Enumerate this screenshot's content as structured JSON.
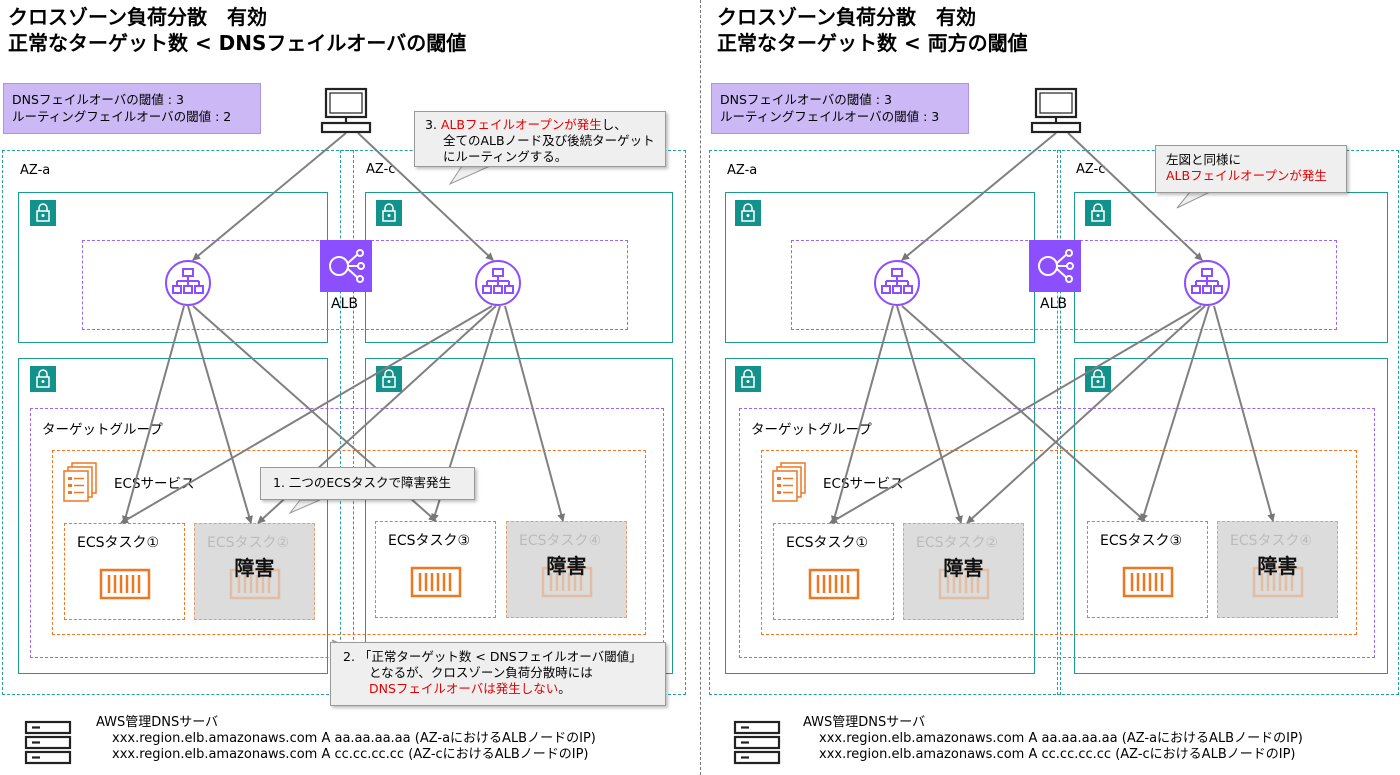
{
  "left": {
    "title_line1": "クロスゾーン負荷分散　有効",
    "title_line2": "正常なターゲット数 < DNSフェイルオーバの閾値",
    "threshold_dns": "DNSフェイルオーバの閾値 : 3",
    "threshold_routing": "ルーティングフェイルオーバの閾値 : 2",
    "az_a": "AZ-a",
    "az_c": "AZ-c",
    "alb": "ALB",
    "target_group": "ターゲットグループ",
    "ecs_service": "ECSサービス",
    "task1": "ECSタスク①",
    "task2": "ECSタスク②",
    "task3": "ECSタスク③",
    "task4": "ECSタスク④",
    "failed": "障害",
    "callout1": "1. 二つのECSタスクで障害発生",
    "callout2_l1": "2. 「正常ターゲット数 < DNSフェイルオーバ閾値」",
    "callout2_l2": "となるが、クロスゾーン負荷分散時には",
    "callout2_l3_red": "DNSフェイルオーバは発生しない",
    "callout2_l3_tail": "。",
    "callout3_prefix": "3. ",
    "callout3_red": "ALBフェイルオープンが発生",
    "callout3_l1_tail": "し、",
    "callout3_l2": "全てのALBノード及び後続ターゲット",
    "callout3_l3": "にルーティングする。",
    "dns_server": "AWS管理DNSサーバ",
    "dns_record1": "xxx.region.elb.amazonaws.com A aa.aa.aa.aa (AZ-aにおけるALBノードのIP)",
    "dns_record2": "xxx.region.elb.amazonaws.com A cc.cc.cc.cc (AZ-cにおけるALBノードのIP)"
  },
  "right": {
    "title_line1": "クロスゾーン負荷分散　有効",
    "title_line2": "正常なターゲット数 < 両方の閾値",
    "threshold_dns": "DNSフェイルオーバの閾値 : 3",
    "threshold_routing": "ルーティングフェイルオーバの閾値 : 3",
    "az_a": "AZ-a",
    "az_c": "AZ-c",
    "alb": "ALB",
    "target_group": "ターゲットグループ",
    "ecs_service": "ECSサービス",
    "task1": "ECSタスク①",
    "task2": "ECSタスク②",
    "task3": "ECSタスク③",
    "task4": "ECSタスク④",
    "failed": "障害",
    "callout_l1": "左図と同様に",
    "callout_red": "ALBフェイルオープンが発生",
    "dns_server": "AWS管理DNSサーバ",
    "dns_record1": "xxx.region.elb.amazonaws.com A aa.aa.aa.aa (AZ-aにおけるALBノードのIP)",
    "dns_record2": "xxx.region.elb.amazonaws.com A cc.cc.cc.cc (AZ-cにおけるALBノードのIP)"
  },
  "colors": {
    "az_border": "#22a39a",
    "subnet_border": "#1a9c93",
    "alb_purple": "#8c4fff",
    "ecs_orange": "#ee7722",
    "threshold_bg": "#cbb8f5",
    "alert_red": "#e60000"
  },
  "icons": [
    "client-computer-icon",
    "subnet-lock-icon",
    "alb-icon",
    "alb-node-icon",
    "ecs-service-icon",
    "ecs-task-container-icon",
    "dns-server-icon"
  ]
}
